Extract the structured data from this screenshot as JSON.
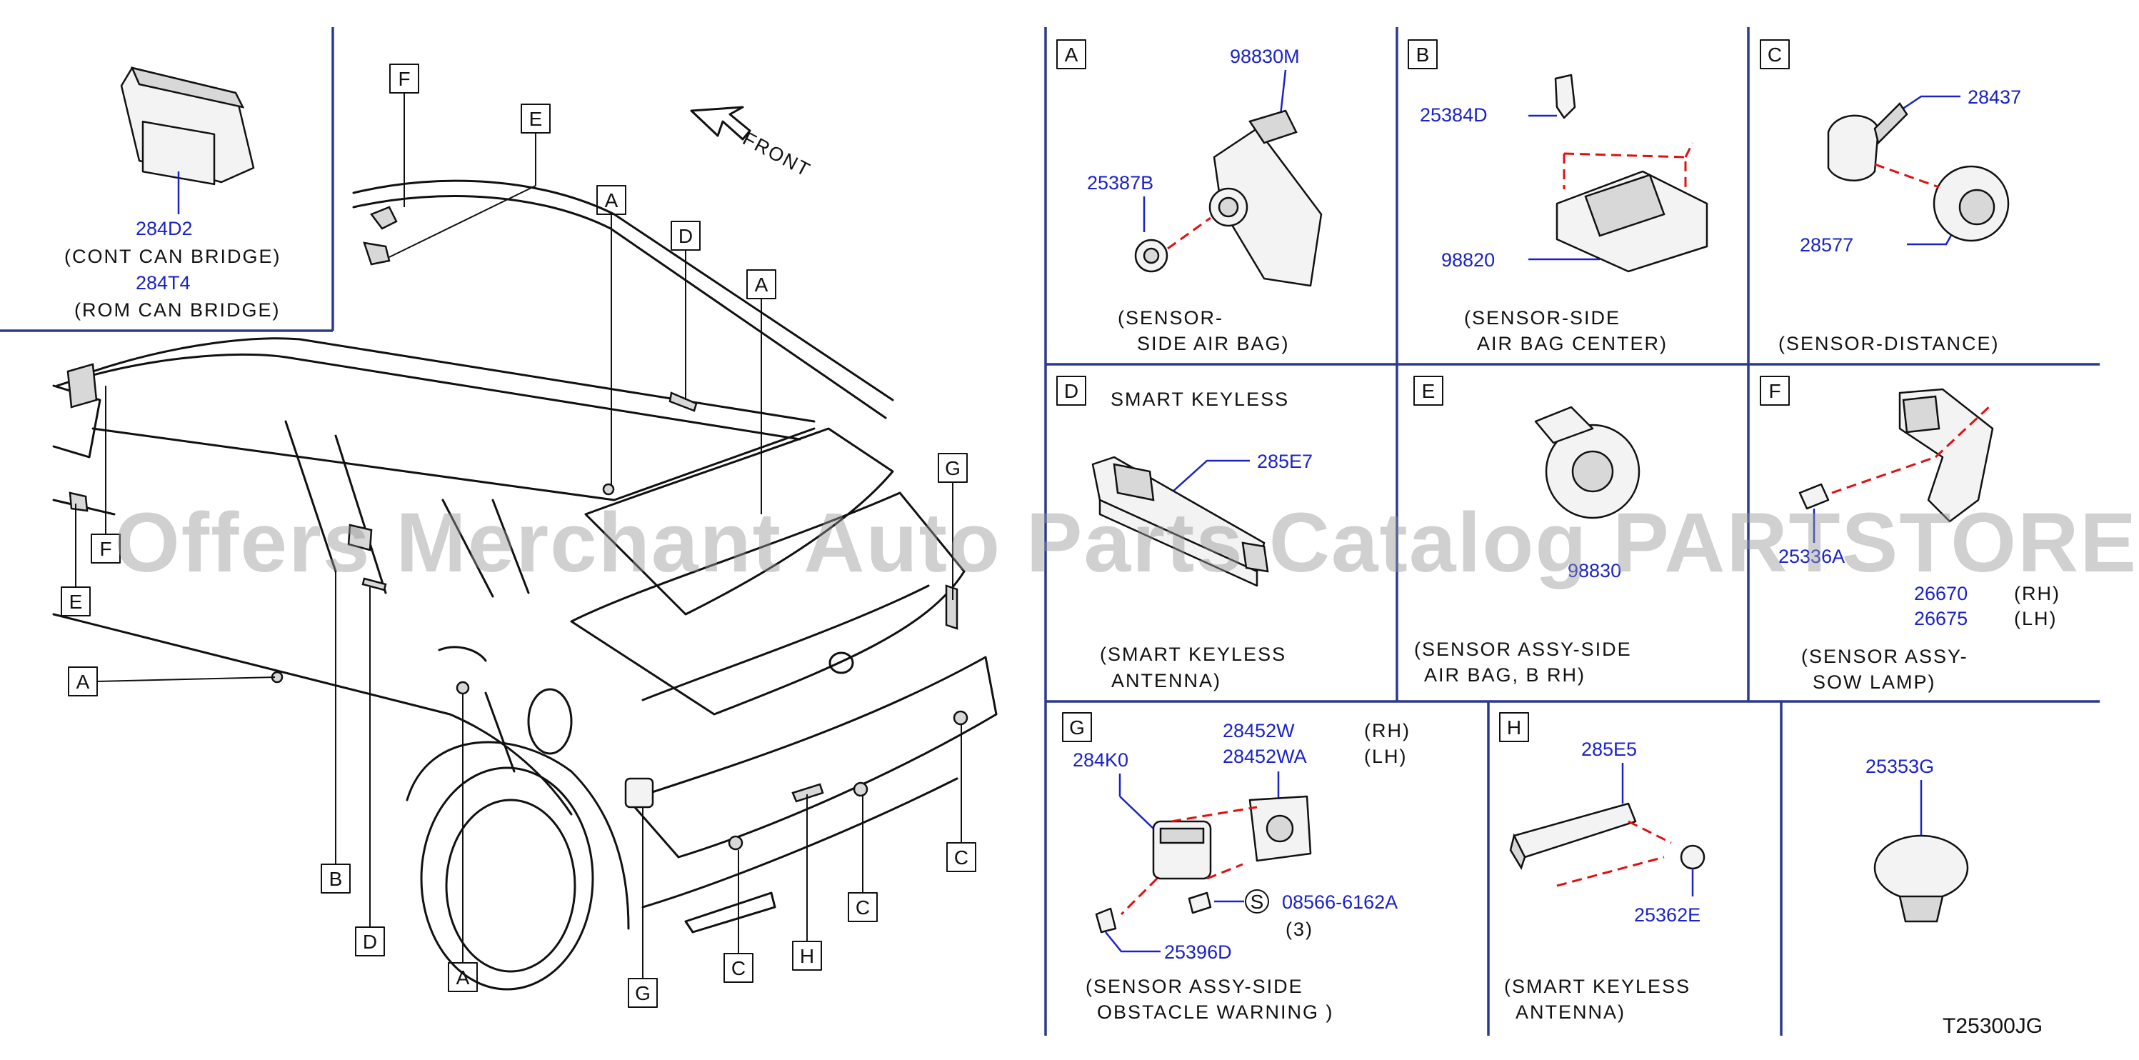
{
  "watermark": "Offers Merchant Auto Parts Catalog PARTSTORE.SA",
  "figure_code": "T25300JG",
  "front_label": "FRONT",
  "overview": {
    "callouts": [
      "F",
      "E",
      "A",
      "D",
      "A",
      "G",
      "F",
      "E",
      "A",
      "B",
      "D",
      "A",
      "G",
      "C",
      "H",
      "C",
      "C"
    ],
    "bridge": {
      "part1": "284D2",
      "caption1": "(CONT   CAN   BRIDGE)",
      "part2": "284T4",
      "caption2": "(ROM   CAN   BRIDGE)"
    }
  },
  "panels": {
    "A": {
      "letter": "A",
      "parts": [
        "98830M",
        "25387B"
      ],
      "caption": [
        "(SENSOR-",
        "SIDE   AIR   BAG)"
      ]
    },
    "B": {
      "letter": "B",
      "parts": [
        "25384D",
        "98820"
      ],
      "caption": [
        "(SENSOR-SIDE",
        "AIR   BAG   CENTER)"
      ]
    },
    "C": {
      "letter": "C",
      "parts": [
        "28437",
        "28577"
      ],
      "caption": [
        "(SENSOR-DISTANCE)"
      ]
    },
    "D": {
      "letter": "D",
      "title": "SMART   KEYLESS",
      "parts": [
        "285E7"
      ],
      "caption": [
        "(SMART   KEYLESS",
        "ANTENNA)"
      ]
    },
    "E": {
      "letter": "E",
      "parts": [
        "98830"
      ],
      "caption": [
        "(SENSOR   ASSY-SIDE",
        "AIR   BAG,   B   RH)"
      ]
    },
    "F": {
      "letter": "F",
      "parts": [
        "25336A",
        "26670",
        "26675"
      ],
      "sides": [
        "(RH)",
        "(LH)"
      ],
      "caption": [
        "(SENSOR   ASSY-",
        "SOW   LAMP)"
      ]
    },
    "G": {
      "letter": "G",
      "parts": [
        "284K0",
        "28452W",
        "28452WA",
        "08566-6162A",
        "25396D"
      ],
      "sides": [
        "(RH)",
        "(LH)"
      ],
      "symbol": "S",
      "qty": "(3)",
      "caption": [
        "(SENSOR   ASSY-SIDE",
        "OBSTACLE   WARNING   )"
      ]
    },
    "H": {
      "letter": "H",
      "parts": [
        "285E5",
        "25362E"
      ],
      "caption": [
        "(SMART   KEYLESS",
        "ANTENNA)"
      ]
    },
    "I": {
      "parts": [
        "25353G"
      ]
    }
  }
}
